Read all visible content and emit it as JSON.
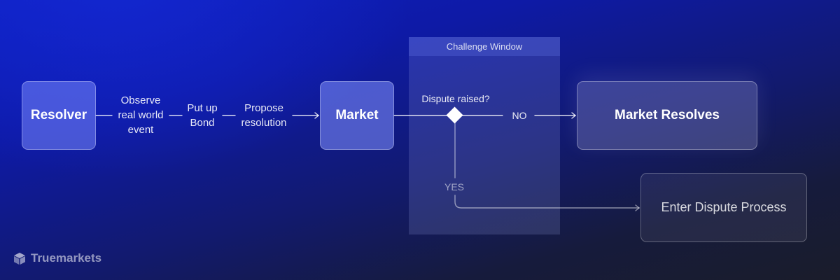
{
  "challenge_window": {
    "title": "Challenge Window"
  },
  "nodes": {
    "resolver": "Resolver",
    "market": "Market",
    "market_resolves": "Market Resolves",
    "enter_dispute": "Enter Dispute Process"
  },
  "edges": {
    "observe": [
      "Observe",
      "real world",
      "event"
    ],
    "bond": [
      "Put up",
      "Bond"
    ],
    "propose": [
      "Propose",
      "resolution"
    ],
    "decision_question": "Dispute raised?",
    "no": "NO",
    "yes": "YES"
  },
  "brand": {
    "name": "Truemarkets",
    "icon": "cube-logo-icon"
  }
}
